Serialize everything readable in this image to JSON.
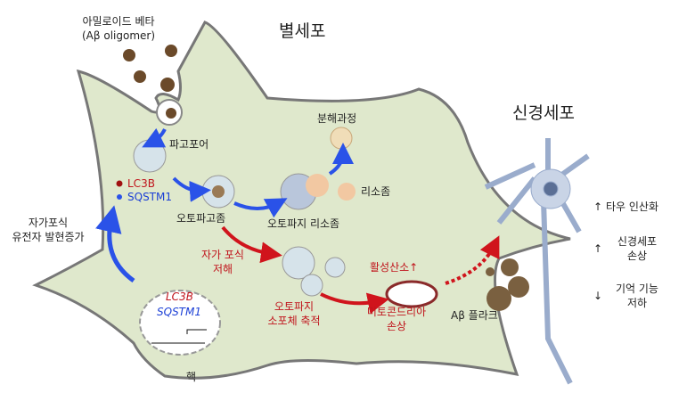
{
  "labels": {
    "amyloid_beta": "아밀로이드 베타",
    "ab_oligomer": "(Aβ oligomer)",
    "astrocyte": "별세포",
    "phagophore": "파고포어",
    "lc3b": "LC3B",
    "sqstm1": "SQSTM1",
    "autophagy_gene_1": "자가포식",
    "autophagy_gene_2": "유전자 발현증가",
    "autophagosome": "오토파고좀",
    "degradation": "분해과정",
    "lysosome": "리소좀",
    "autolysosome": "오토파지 리소좀",
    "inhibit_1": "자가 포식",
    "inhibit_2": "저해",
    "accum_1": "오토파지",
    "accum_2": "소포체 축적",
    "ros": "활성산소↑",
    "mito_1": "미토콘드리아",
    "mito_2": "손상",
    "nucleus": "핵",
    "nuc_lc3b": "LC3B",
    "nuc_sqstm1": "SQSTM1",
    "neuron": "신경세포",
    "ab_plaque": "Aβ 플라크",
    "tau": "타우 인산화",
    "neuron_damage_1": "신경세포",
    "neuron_damage_2": "손상",
    "memory_1": "기억 기능",
    "memory_2": "저하",
    "up": "↑",
    "down": "↓"
  },
  "colors": {
    "cell": "#dfe8cc",
    "red": "#c0141c",
    "blue": "#1b3fd6",
    "neuron": "#c9d4e6"
  }
}
